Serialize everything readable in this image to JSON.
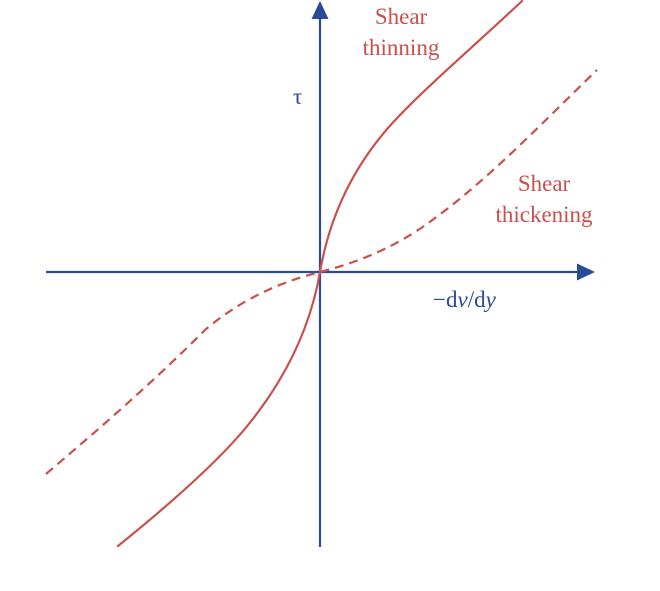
{
  "diagram": {
    "axis_color": "#2a4a9a",
    "curve_color": "#c9504b",
    "y_axis_label": "τ",
    "x_axis_label": {
      "prefix": "−d",
      "v": "v",
      "slash": "/d",
      "y": "y"
    },
    "shear_thinning": {
      "line1": "Shear",
      "line2": "thinning",
      "style": "solid"
    },
    "shear_thickening": {
      "line1": "Shear",
      "line2": "thickening",
      "style": "dashed"
    }
  }
}
